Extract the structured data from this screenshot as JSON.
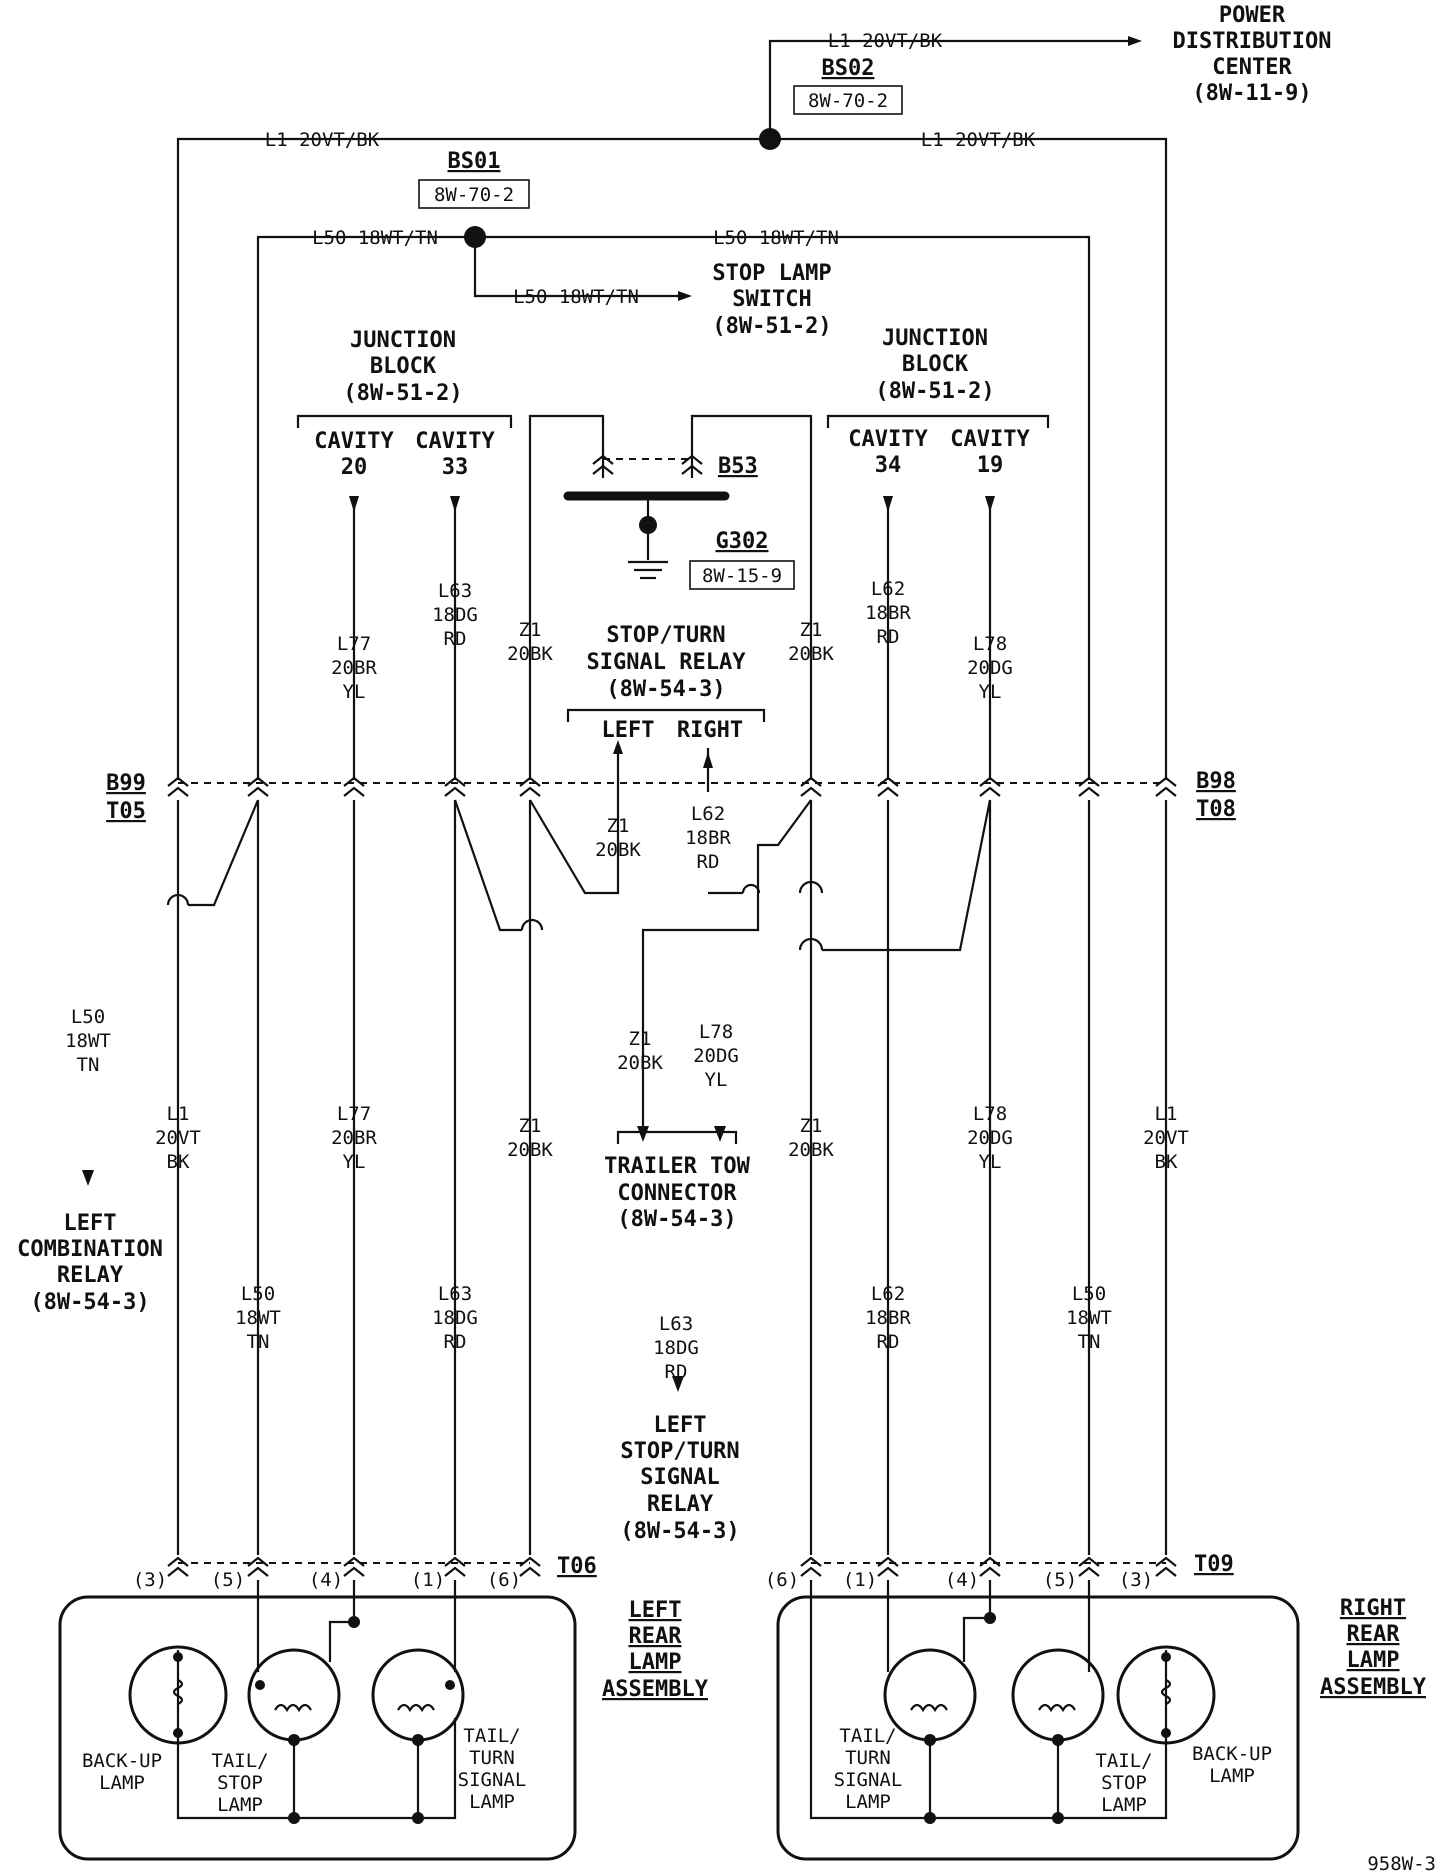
{
  "splices": {
    "bs02": {
      "name": "BS02",
      "ref": "8W-70-2"
    },
    "bs01": {
      "name": "BS01",
      "ref": "8W-70-2"
    },
    "g302": {
      "name": "G302",
      "ref": "8W-15-9"
    },
    "b53": "B53"
  },
  "pdc": {
    "line1": "POWER",
    "line2": "DISTRIBUTION",
    "line3": "CENTER",
    "ref": "(8W-11-9)"
  },
  "wires": {
    "l1_top": "L1 20VT/BK",
    "l1_left": "L1 20VT/BK",
    "l1_right": "L1 20VT/BK",
    "l50_left": "L50 18WT/TN",
    "l50_right": "L50 18WT/TN",
    "l50_switch": "L50 18WT/TN"
  },
  "stop_lamp_switch": {
    "line1": "STOP LAMP",
    "line2": "SWITCH",
    "ref": "(8W-51-2)"
  },
  "junction_left": {
    "line1": "JUNCTION",
    "line2": "BLOCK",
    "ref": "(8W-51-2)",
    "cav_a": "CAVITY",
    "cav_b": "CAVITY",
    "num_a": "20",
    "num_b": "33"
  },
  "junction_right": {
    "line1": "JUNCTION",
    "line2": "BLOCK",
    "ref": "(8W-51-2)",
    "cav_a": "CAVITY",
    "cav_b": "CAVITY",
    "num_a": "34",
    "num_b": "19"
  },
  "relay": {
    "line1": "STOP/TURN",
    "line2": "SIGNAL RELAY",
    "ref": "(8W-54-3)",
    "left": "LEFT",
    "right": "RIGHT"
  },
  "connectors": {
    "b99": "B99",
    "t05": "T05",
    "b98": "B98",
    "t08": "T08",
    "t06": "T06",
    "t09": "T09"
  },
  "upper_labels": {
    "l77": [
      "L77",
      "20BR",
      "YL"
    ],
    "l63": [
      "L63",
      "18DG",
      "RD"
    ],
    "z1_l": [
      "Z1",
      "20BK"
    ],
    "z1_r": [
      "Z1",
      "20BK"
    ],
    "l62": [
      "L62",
      "18BR",
      "RD"
    ],
    "l78": [
      "L78",
      "20DG",
      "YL"
    ],
    "z1_relay": [
      "Z1",
      "20BK"
    ],
    "l62_relay": [
      "L62",
      "18BR",
      "RD"
    ]
  },
  "lower_labels": {
    "l50_a": [
      "L50",
      "18WT",
      "TN"
    ],
    "l1_a": [
      "L1",
      "20VT",
      "BK"
    ],
    "l77_a": [
      "L77",
      "20BR",
      "YL"
    ],
    "z1_a": [
      "Z1",
      "20BK"
    ],
    "z1_tt": [
      "Z1",
      "20BK"
    ],
    "l78_tt": [
      "L78",
      "20DG",
      "YL"
    ],
    "z1_b": [
      "Z1",
      "20BK"
    ],
    "l78_b": [
      "L78",
      "20DG",
      "YL"
    ],
    "l1_b": [
      "L1",
      "20VT",
      "BK"
    ],
    "l50_c": [
      "L50",
      "18WT",
      "TN"
    ],
    "l63_c": [
      "L63",
      "18DG",
      "RD"
    ],
    "l63_d": [
      "L63",
      "18DG",
      "RD"
    ],
    "l62_c": [
      "L62",
      "18BR",
      "RD"
    ],
    "l50_d": [
      "L50",
      "18WT",
      "TN"
    ]
  },
  "trailer": {
    "line1": "TRAILER TOW",
    "line2": "CONNECTOR",
    "ref": "(8W-54-3)"
  },
  "left_combo": {
    "line1": "LEFT",
    "line2": "COMBINATION",
    "line3": "RELAY",
    "ref": "(8W-54-3)"
  },
  "left_stop_relay": {
    "line1": "LEFT",
    "line2": "STOP/TURN",
    "line3": "SIGNAL",
    "line4": "RELAY",
    "ref": "(8W-54-3)"
  },
  "left_pins": [
    "(3)",
    "(5)",
    "(4)",
    "(1)",
    "(6)"
  ],
  "right_pins": [
    "(6)",
    "(1)",
    "(4)",
    "(5)",
    "(3)"
  ],
  "left_assembly": {
    "line1": "LEFT",
    "line2": "REAR",
    "line3": "LAMP",
    "line4": "ASSEMBLY"
  },
  "right_assembly": {
    "line1": "RIGHT",
    "line2": "REAR",
    "line3": "LAMP",
    "line4": "ASSEMBLY"
  },
  "lamps_left": {
    "backup": [
      "BACK-UP",
      "LAMP"
    ],
    "tailstop": [
      "TAIL/",
      "STOP",
      "LAMP"
    ],
    "tailturn": [
      "TAIL/",
      "TURN",
      "SIGNAL",
      "LAMP"
    ]
  },
  "lamps_right": {
    "tailturn": [
      "TAIL/",
      "TURN",
      "SIGNAL",
      "LAMP"
    ],
    "tailstop": [
      "TAIL/",
      "STOP",
      "LAMP"
    ],
    "backup": [
      "BACK-UP",
      "LAMP"
    ]
  },
  "figure_id": "958W-3"
}
